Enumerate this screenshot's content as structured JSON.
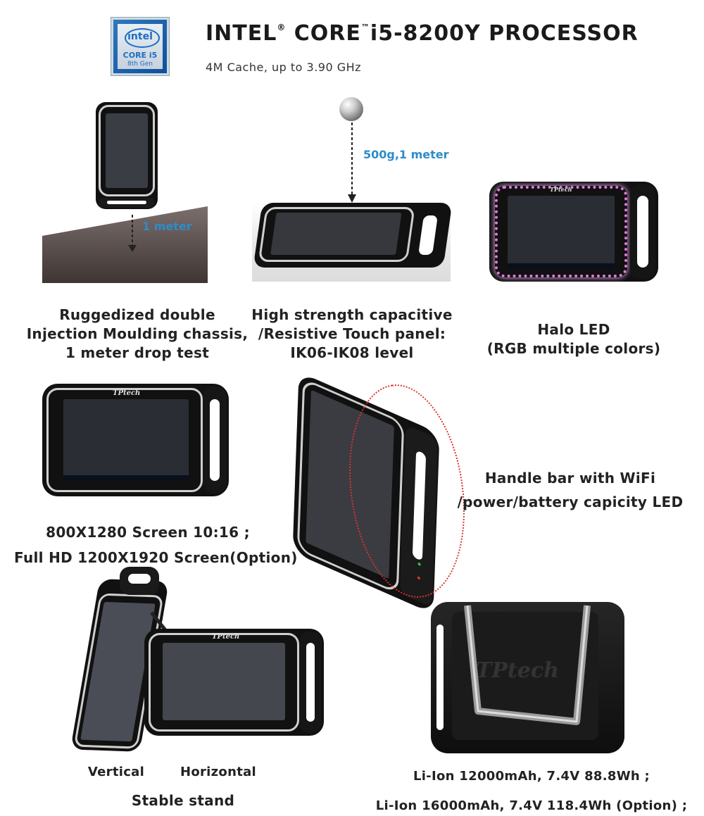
{
  "header": {
    "badge": {
      "brand": "intel",
      "line1": "CORE i5",
      "line2": "8th Gen"
    },
    "title_part1": "INTEL",
    "title_reg": "®",
    "title_part2": " CORE",
    "title_tm": "™",
    "title_part3": "i5-8200Y PROCESSOR",
    "subtitle": "4M Cache, up to 3.90 GHz"
  },
  "features": {
    "drop": {
      "note": "1 meter",
      "line1": "Ruggedized double",
      "line2": "Injection Moulding chassis,",
      "line3": "1 meter drop test"
    },
    "touch": {
      "note": "500g,1 meter",
      "line1": "High strength capacitive",
      "line2": "/Resistive Touch panel:",
      "line3": "IK06-IK08 level"
    },
    "halo": {
      "line1": "Halo LED",
      "line2": "(RGB multiple colors)"
    },
    "screen": {
      "line1": "800X1280 Screen  10:16 ;",
      "line2": "Full HD 1200X1920 Screen(Option)"
    },
    "handle": {
      "line1": "Handle bar with WiFi",
      "line2": "/power/battery capicity LED"
    },
    "stand": {
      "label_vertical": "Vertical",
      "label_horizontal": "Horizontal",
      "caption": "Stable stand"
    },
    "battery": {
      "line1": "Li-Ion 12000mAh, 7.4V 88.8Wh ;",
      "line2": "Li-Ion 16000mAh, 7.4V 118.4Wh (Option) ;"
    }
  },
  "device_brand": "TPtech",
  "colors": {
    "accent_blue": "#2e8cc9",
    "halo_pink": "#e07be0",
    "dotted_red": "#d9342b"
  }
}
